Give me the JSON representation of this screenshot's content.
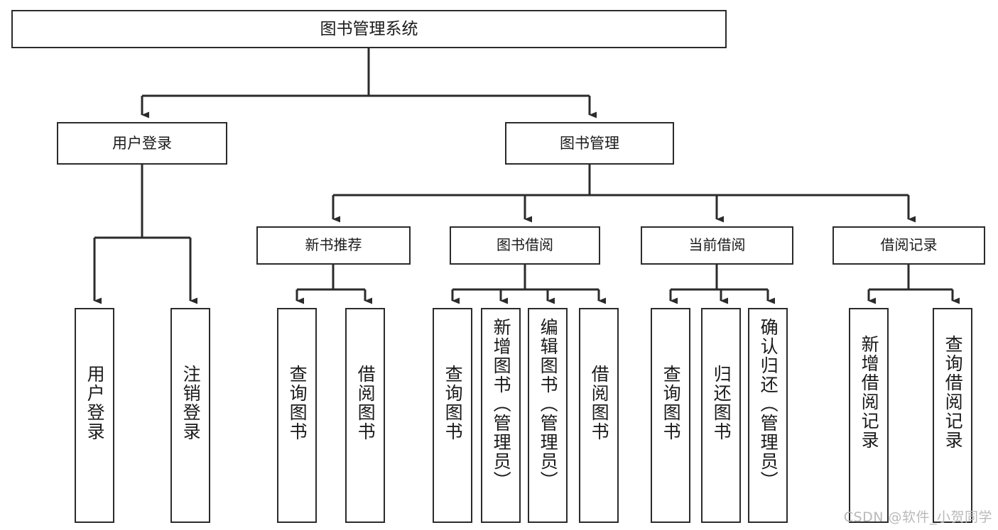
{
  "diagram": {
    "type": "tree",
    "title": "图书管理系统",
    "root": {
      "label": "图书管理系统"
    },
    "level2": [
      {
        "label": "用户登录"
      },
      {
        "label": "图书管理"
      }
    ],
    "level3": [
      {
        "label": "新书推荐"
      },
      {
        "label": "图书借阅"
      },
      {
        "label": "当前借阅"
      },
      {
        "label": "借阅记录"
      }
    ],
    "leaves": {
      "user_login": [
        {
          "label": "用户登录"
        },
        {
          "label": "注销登录"
        }
      ],
      "new_recommend": [
        {
          "label": "查询图书"
        },
        {
          "label": "借阅图书"
        }
      ],
      "book_borrow": [
        {
          "label": "查询图书"
        },
        {
          "label": "新增图书（管理员）"
        },
        {
          "label": "编辑图书（管理员）"
        },
        {
          "label": "借阅图书"
        }
      ],
      "current_borrow": [
        {
          "label": "查询图书"
        },
        {
          "label": "归还图书"
        },
        {
          "label": "确认归还（管理员）"
        }
      ],
      "borrow_record": [
        {
          "label": "新增借阅记录"
        },
        {
          "label": "查询借阅记录"
        }
      ]
    }
  },
  "watermark": {
    "text": "CSDN @软件_小贺同学"
  },
  "colors": {
    "stroke": "#2b2b2b",
    "fill": "#ffffff",
    "text": "#1a1a1a",
    "watermark": "#b9b9b9"
  }
}
